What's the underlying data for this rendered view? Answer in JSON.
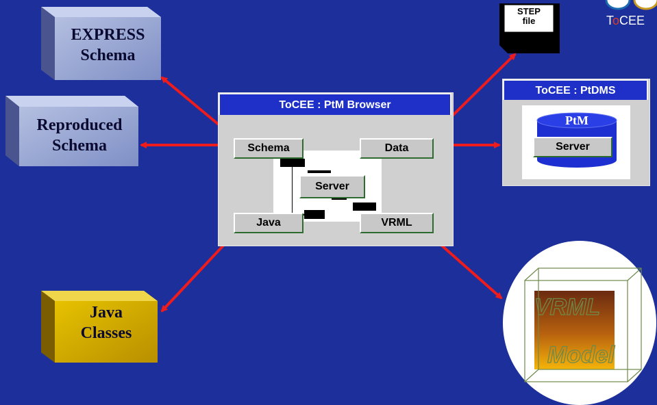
{
  "nodes": {
    "express_schema": [
      "EXPRESS",
      "Schema"
    ],
    "reproduced_schema": [
      "Reproduced",
      "Schema"
    ],
    "java_classes": [
      "Java",
      "Classes"
    ],
    "step_file": [
      "STEP",
      "file"
    ],
    "vrml_model": [
      "VRML",
      "Model"
    ]
  },
  "browser": {
    "title": "ToCEE : PtM Browser",
    "buttons": {
      "schema": "Schema",
      "data": "Data",
      "server": "Server",
      "java": "Java",
      "vrml": "VRML"
    }
  },
  "pdms": {
    "title": "ToCEE : PtDMS",
    "db_label": "PtM",
    "server": "Server"
  },
  "logo": {
    "text_prefix": "T",
    "text_accent": "o",
    "text_suffix": "CEE"
  },
  "colors": {
    "background": "#1c2f9a",
    "arrow": "#ee1c1c",
    "logo_accent": "#e23a2a",
    "title_bar": "#1e30c8",
    "db_cylinder": "#1d2fd0"
  }
}
